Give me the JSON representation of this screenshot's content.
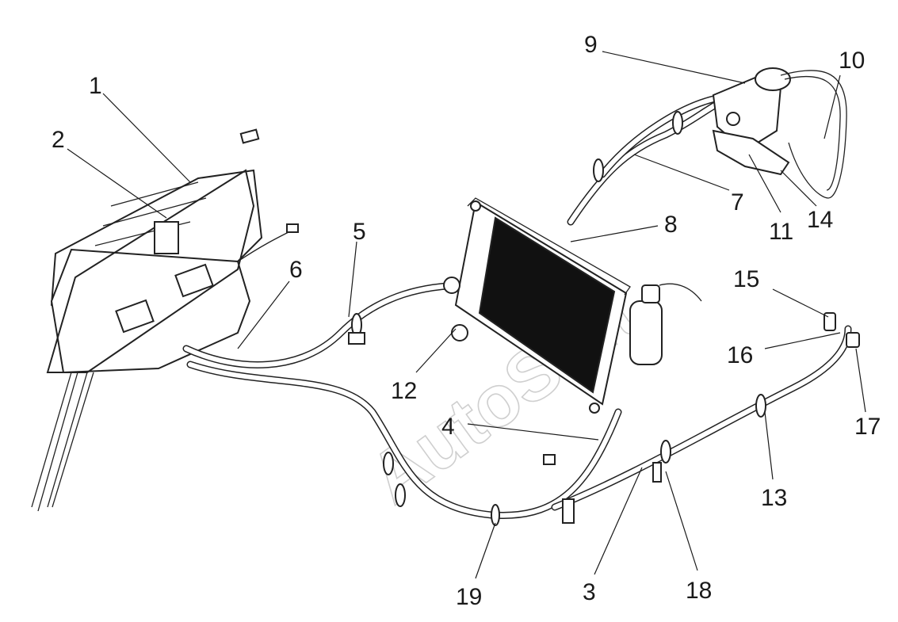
{
  "callouts": [
    {
      "label": "1"
    },
    {
      "label": "2"
    },
    {
      "label": "3"
    },
    {
      "label": "4"
    },
    {
      "label": "5"
    },
    {
      "label": "6"
    },
    {
      "label": "7"
    },
    {
      "label": "8"
    },
    {
      "label": "9"
    },
    {
      "label": "10"
    },
    {
      "label": "11"
    },
    {
      "label": "12"
    },
    {
      "label": "13"
    },
    {
      "label": "14"
    },
    {
      "label": "15"
    },
    {
      "label": "16"
    },
    {
      "label": "17"
    },
    {
      "label": "18"
    },
    {
      "label": "19"
    }
  ],
  "watermark": "AutoSoft"
}
